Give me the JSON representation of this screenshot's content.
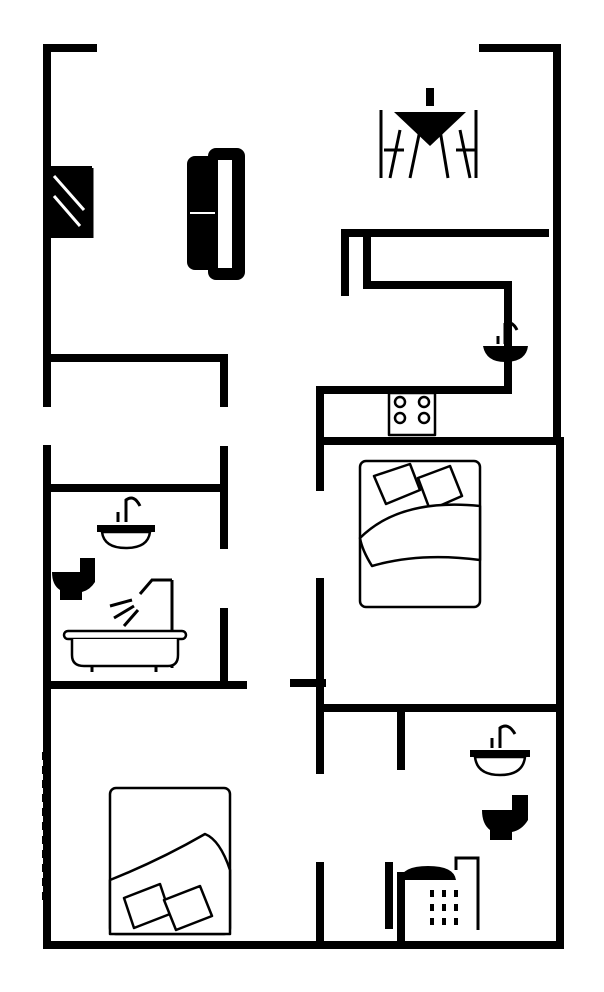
{
  "plan": {
    "rooms": [
      "living-room",
      "dining-area",
      "kitchen",
      "bathroom-1",
      "bedroom-1",
      "bedroom-2",
      "bathroom-2",
      "hallway"
    ],
    "icons": [
      "tv-icon",
      "sofa-icon",
      "dining-table-icon",
      "kitchen-sink-icon",
      "stove-icon",
      "bathroom-sink-icon",
      "toilet-icon",
      "shower-icon",
      "bathtub-icon",
      "bed-icon"
    ]
  },
  "colors": {
    "wall": "#000000",
    "background": "#ffffff"
  }
}
